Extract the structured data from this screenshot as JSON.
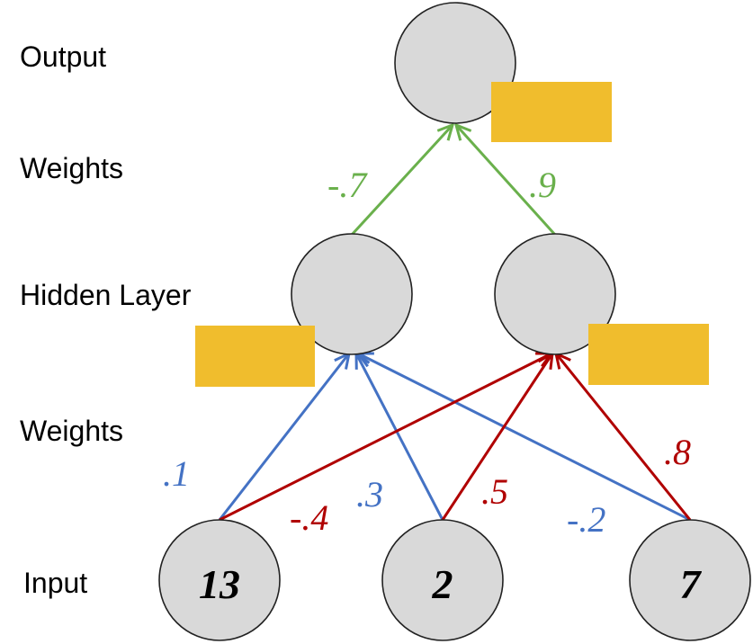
{
  "labels": {
    "output": "Output",
    "weights_top": "Weights",
    "hidden": "Hidden Layer",
    "weights_bottom": "Weights",
    "input": "Input"
  },
  "inputs": [
    "13",
    "2",
    "7"
  ],
  "weights_input_hidden": {
    "in13_to_h1": ".1",
    "in13_to_h2": "-.4",
    "in2_to_h1": ".3",
    "in2_to_h2": ".5",
    "in7_to_h1": "-.2",
    "in7_to_h2": ".8"
  },
  "weights_hidden_output": {
    "h1_to_out": "-.7",
    "h2_to_out": ".9"
  },
  "colors": {
    "blue": "#4472c4",
    "red": "#b00000",
    "green": "#6ab04c",
    "node_fill": "#d9d9d9",
    "placeholder_box": "#f0bd2d"
  }
}
